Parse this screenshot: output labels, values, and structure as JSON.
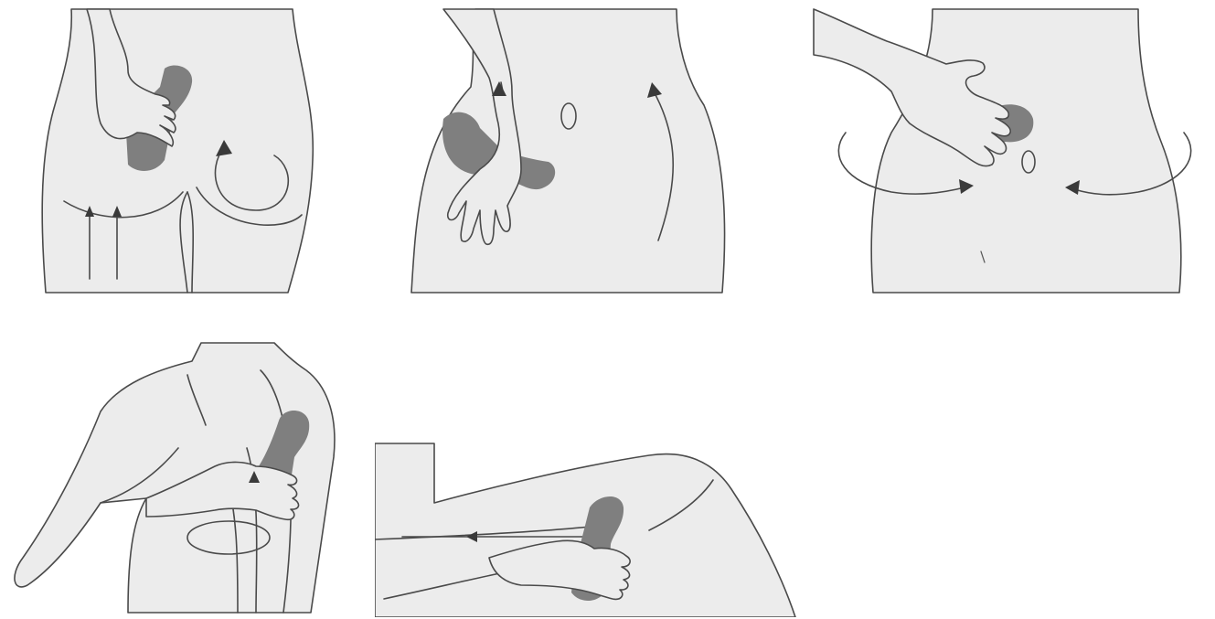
{
  "figure": {
    "panels": [
      {
        "id": "buttocks",
        "motion": "circular-and-upward",
        "icons": [
          "hand-icon",
          "massager-icon",
          "circular-arrow-icon",
          "up-arrow-icon"
        ]
      },
      {
        "id": "hips",
        "motion": "upward-curve",
        "icons": [
          "hand-icon",
          "massager-icon",
          "curved-arrow-icon"
        ]
      },
      {
        "id": "abdomen",
        "motion": "around-waist",
        "icons": [
          "hand-icon",
          "massager-icon",
          "wrap-arrow-icon"
        ]
      },
      {
        "id": "upper-arm",
        "motion": "upward-circular",
        "icons": [
          "hand-icon",
          "massager-icon",
          "up-arrow-icon"
        ]
      },
      {
        "id": "thigh",
        "motion": "upward-strokes",
        "icons": [
          "hand-icon",
          "massager-icon",
          "left-arrow-icon"
        ]
      }
    ],
    "colors": {
      "skin": "#ececec",
      "outline": "#4a4a4a",
      "massager": "#7f7f7f",
      "arrow": "#3a3a3a"
    }
  }
}
